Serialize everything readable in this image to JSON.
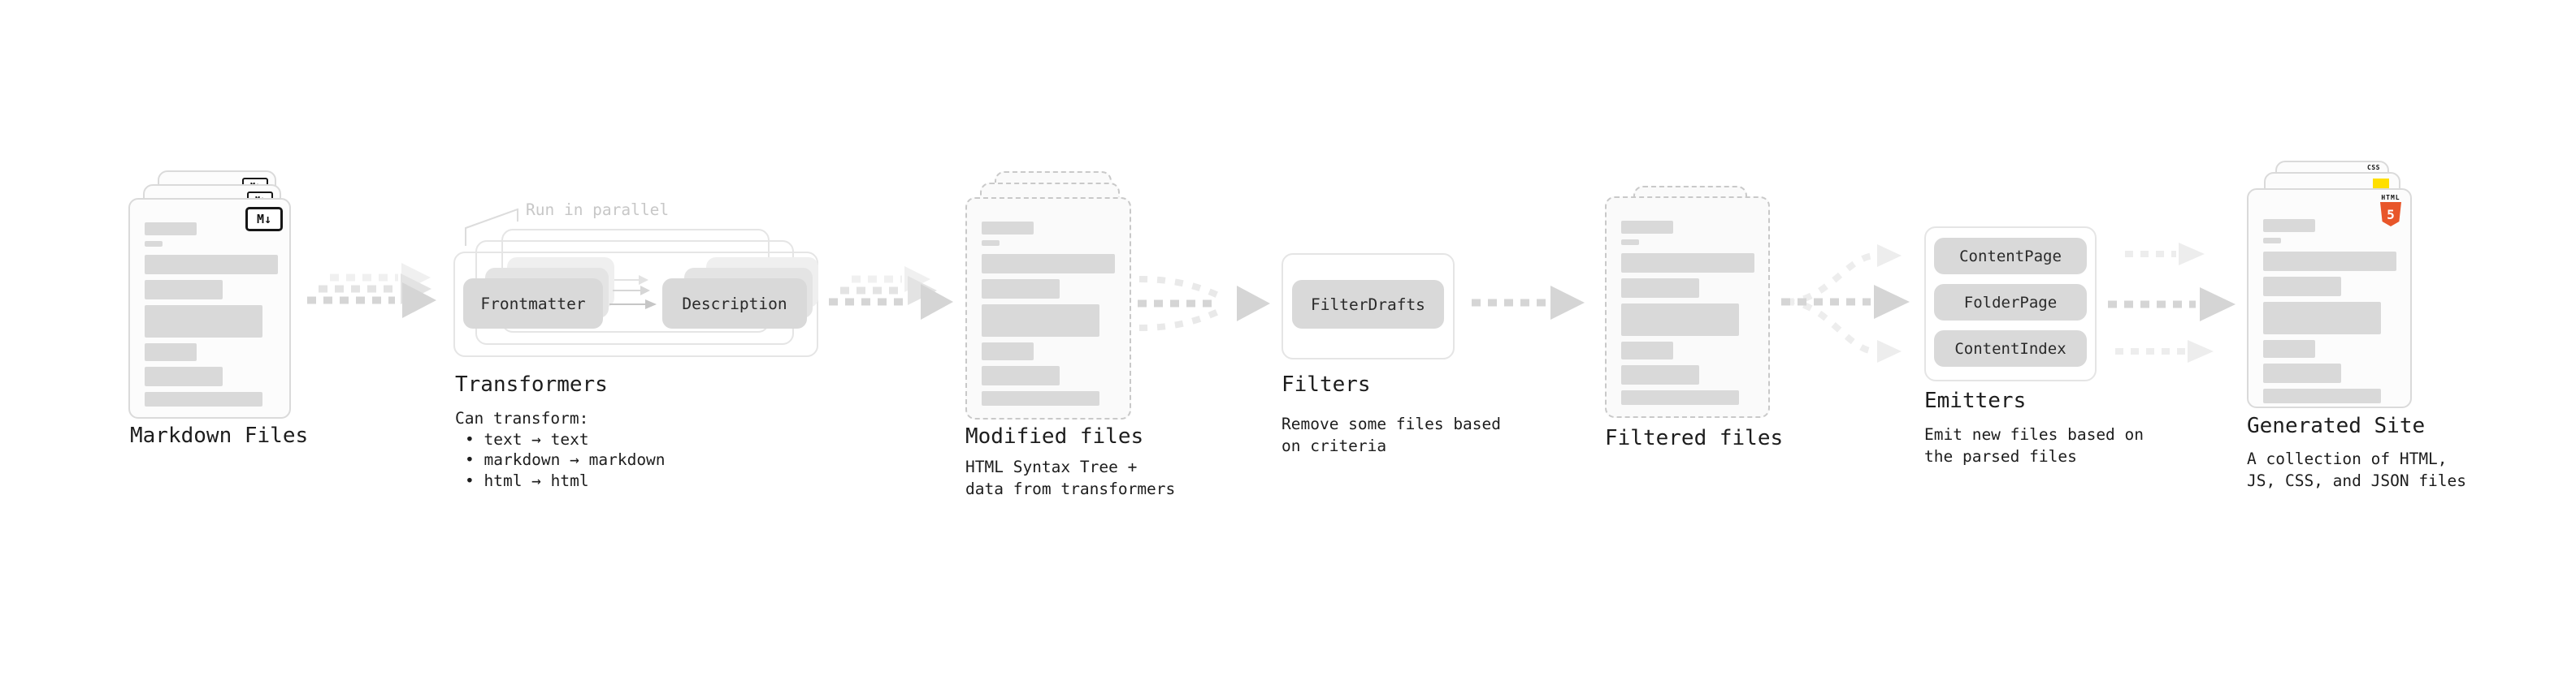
{
  "colors": {
    "arrow_gray": "#d5d5d5",
    "arrow_light_gray": "#ededed",
    "pill_gray": "#d9d9d9",
    "annotation_gray": "#c7c7c7",
    "html5_orange": "#e8562a",
    "js_yellow": "#ffdf00",
    "css_blue": "#2e6bf0"
  },
  "stages": {
    "markdown_files": {
      "title": "Markdown Files",
      "file_icon_label": "M↓"
    },
    "transformers": {
      "annotation": "Run in parallel",
      "input_pill": "Frontmatter",
      "output_pill": "Description",
      "title": "Transformers",
      "caption": "Can transform:",
      "bullets": [
        "• text → text",
        "• markdown → markdown",
        "• html → html"
      ]
    },
    "modified_files": {
      "title": "Modified files",
      "caption_lines": [
        "HTML Syntax Tree +",
        "data from transformers"
      ]
    },
    "filters": {
      "pill": "FilterDrafts",
      "title": "Filters",
      "caption_lines": [
        "Remove some files based",
        "on criteria"
      ]
    },
    "filtered_files": {
      "title": "Filtered files"
    },
    "emitters": {
      "pills": [
        "ContentPage",
        "FolderPage",
        "ContentIndex"
      ],
      "title": "Emitters",
      "caption_lines": [
        "Emit new files based on",
        "the parsed files"
      ]
    },
    "generated_site": {
      "title": "Generated Site",
      "caption_lines": [
        "A collection of HTML,",
        "JS, CSS, and JSON files"
      ],
      "html_icon": {
        "label": "HTML",
        "number": "5"
      },
      "css_icon_label": "CSS"
    }
  }
}
